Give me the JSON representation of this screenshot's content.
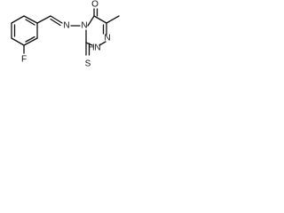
{
  "molecule": {
    "atoms": {
      "fluorine": "F",
      "imine_nitrogen": "N",
      "hydrazine_nitrogen": "N",
      "ring_nitrogen_4": "N",
      "ring_nitrogen_2": "N",
      "nh_label": "H",
      "nh_nitrogen": "N",
      "carbonyl_oxygen": "O",
      "thione_sulfur": "S"
    }
  }
}
